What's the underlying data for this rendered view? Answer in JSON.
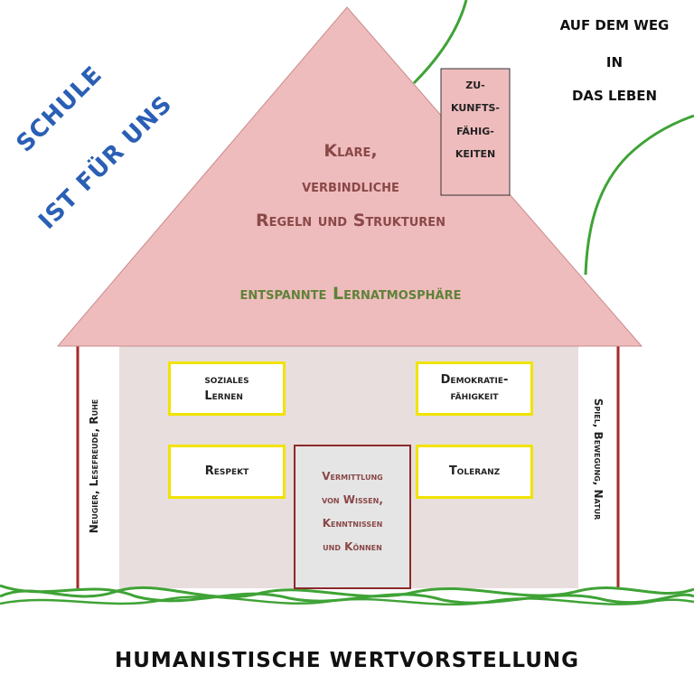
{
  "slogan": {
    "line1": "SCHULE",
    "line2": "IST FÜR UNS"
  },
  "motto": {
    "line1": "AUF DEM WEG",
    "line2": "IN",
    "line3": "DAS LEBEN"
  },
  "chimney": {
    "lines": [
      "ZU-",
      "KUNFTS-",
      "FÄHIG-",
      "KEITEN"
    ]
  },
  "roof": {
    "line1": "Klare,",
    "line2": "verbindliche",
    "line3": "Regeln und Strukturen",
    "atmosphere": "entspannte Lernatmosphäre"
  },
  "walls": {
    "left": "Neugier, Lesefreude, Ruhe",
    "right": "Spiel, Bewegung, Natur"
  },
  "boxes": {
    "sozial": [
      "soziales",
      "Lernen"
    ],
    "demokratie": [
      "Demokratie-",
      "fähigkeit"
    ],
    "respekt": "Respekt",
    "toleranz": "Toleranz"
  },
  "door": {
    "lines": [
      "Vermittlung",
      "von Wissen,",
      "Kenntnissen",
      "und Können"
    ]
  },
  "foundation": "HUMANISTISCHE WERTVORSTELLUNG",
  "colors": {
    "roof": "#efbcbd",
    "roof_outline": "#c98a8c",
    "wall": "#e8dedd",
    "wall_edge": "#a52a2a",
    "grass": "#3fa336",
    "box_border": "#f1e300",
    "slogan": "#2a5fb5"
  }
}
